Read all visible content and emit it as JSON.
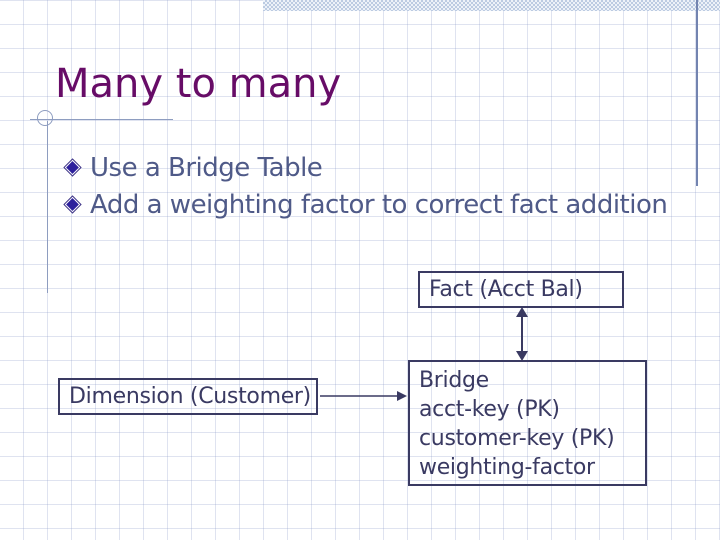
{
  "slide": {
    "title": "Many to many",
    "bullets": [
      "Use a Bridge Table",
      "Add a weighting factor to correct fact addition"
    ]
  },
  "diagram": {
    "fact_box": {
      "label": "Fact (Acct Bal)"
    },
    "dimension_box": {
      "label": "Dimension (Customer)"
    },
    "bridge_box": {
      "lines": [
        "Bridge",
        "acct-key (PK)",
        "customer-key (PK)",
        "weighting-factor"
      ]
    },
    "connections": [
      "fact-to-bridge-double-arrow",
      "dimension-to-bridge-arrow"
    ]
  },
  "icons": {
    "bullet": "diamond-bullet-icon"
  },
  "colors": {
    "title": "#670c67",
    "body_text": "#4f5a88",
    "box_border": "#3a3a62",
    "bullet_fill": "#2c1f9c",
    "accent_band": "#bccbe2",
    "accent_line": "#7384b0",
    "ornament": "#8e9dc0"
  }
}
